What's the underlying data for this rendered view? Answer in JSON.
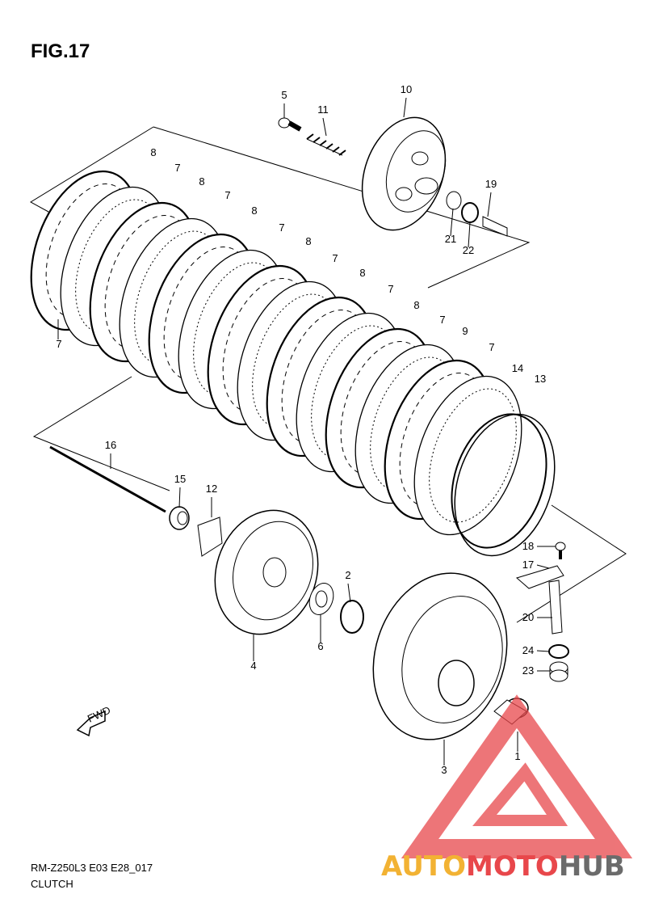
{
  "figure": {
    "title": "FIG.17",
    "model_code": "RM-Z250L3 E03 E28_017",
    "section": "CLUTCH",
    "fwd_label": "FWD"
  },
  "watermark": {
    "part1": "AUTO",
    "part2": "MOTO",
    "part3": "HUB",
    "color_primary": "#e8474b",
    "color_secondary": "#f2b233",
    "color_dark": "#6b6b6b"
  },
  "parts": [
    {
      "num": "5"
    },
    {
      "num": "11"
    },
    {
      "num": "10"
    },
    {
      "num": "19"
    },
    {
      "num": "21"
    },
    {
      "num": "22"
    },
    {
      "num": "8"
    },
    {
      "num": "7"
    },
    {
      "num": "8"
    },
    {
      "num": "7"
    },
    {
      "num": "8"
    },
    {
      "num": "7"
    },
    {
      "num": "8"
    },
    {
      "num": "7"
    },
    {
      "num": "8"
    },
    {
      "num": "7"
    },
    {
      "num": "8"
    },
    {
      "num": "7"
    },
    {
      "num": "9"
    },
    {
      "num": "7"
    },
    {
      "num": "14"
    },
    {
      "num": "13"
    },
    {
      "num": "7"
    },
    {
      "num": "16"
    },
    {
      "num": "15"
    },
    {
      "num": "12"
    },
    {
      "num": "4"
    },
    {
      "num": "2"
    },
    {
      "num": "6"
    },
    {
      "num": "18"
    },
    {
      "num": "17"
    },
    {
      "num": "20"
    },
    {
      "num": "24"
    },
    {
      "num": "23"
    },
    {
      "num": "1"
    },
    {
      "num": "3"
    }
  ]
}
